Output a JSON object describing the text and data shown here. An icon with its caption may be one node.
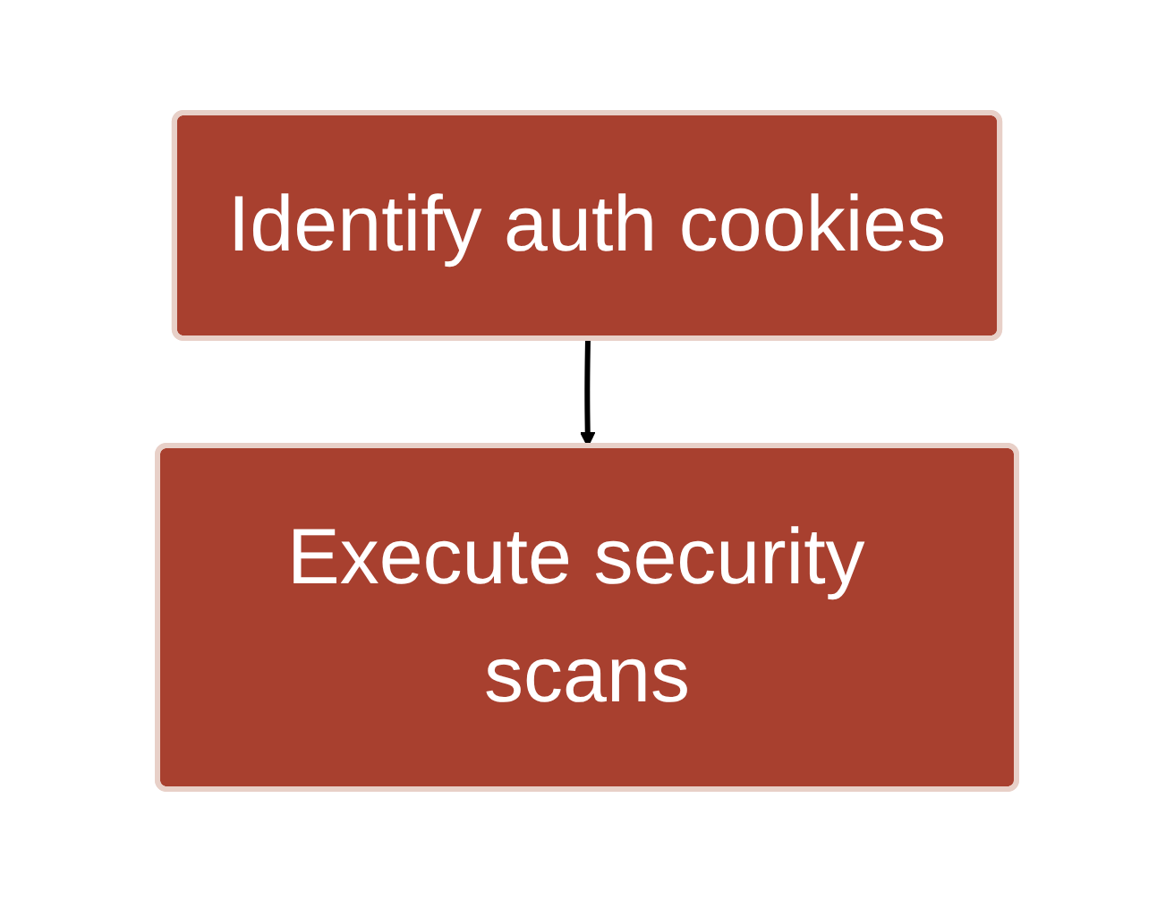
{
  "diagram": {
    "nodes": [
      {
        "text": [
          "Identify auth cookies"
        ]
      },
      {
        "text": [
          "Execute security scans"
        ]
      }
    ],
    "edges": [
      {
        "from": 0,
        "to": 1,
        "arrow": "to"
      }
    ]
  }
}
